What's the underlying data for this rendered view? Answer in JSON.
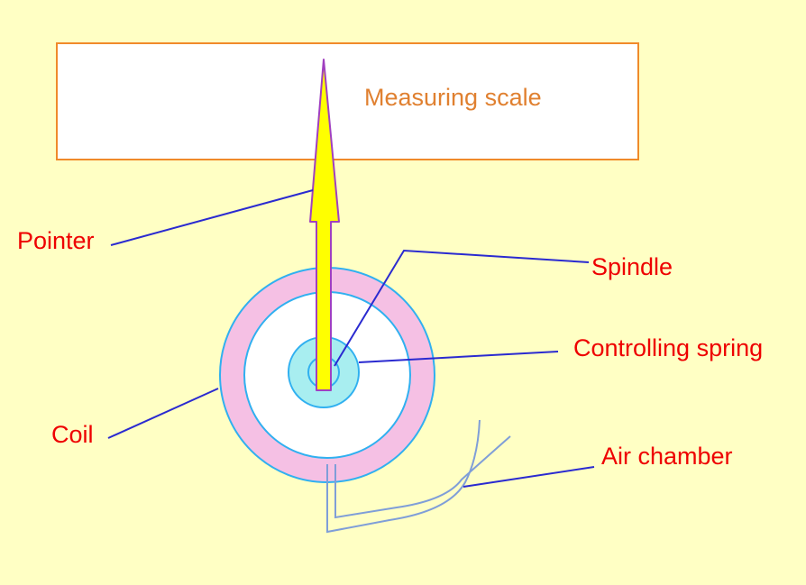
{
  "title": "",
  "labels": {
    "measuring_scale": "Measuring scale",
    "pointer": "Pointer",
    "spindle": "Spindle",
    "controlling_spring": "Controlling spring",
    "coil": "Coil",
    "air_chamber": "Air chamber"
  },
  "colors": {
    "background": "#ffffc4",
    "scale_border": "#f08a2a",
    "scale_text": "#e08030",
    "label_text": "#ee0000",
    "leader_lines": "#2a2ad0",
    "coil_ring": "#f5c0e4",
    "coil_outline": "#30b0f0",
    "spring": "#a8eef0",
    "pointer_fill": "#ffff00",
    "pointer_outline": "#a040c0",
    "air_chamber_lines": "#7f9ed8"
  }
}
